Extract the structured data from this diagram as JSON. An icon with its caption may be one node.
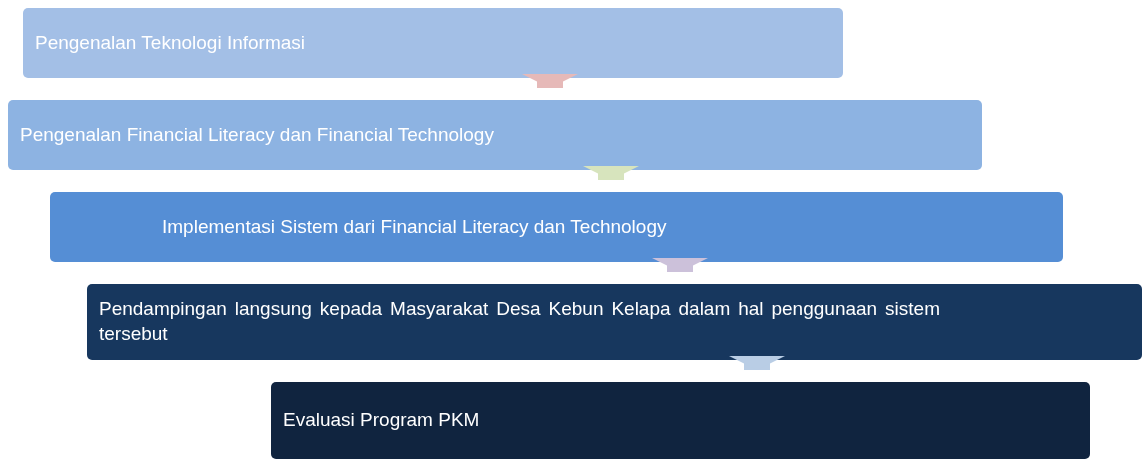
{
  "diagram": {
    "nodes": [
      {
        "text": [
          "Pengenalan Teknologi Informasi"
        ]
      },
      {
        "text": [
          "Pengenalan Financial Literacy dan Financial Technology"
        ]
      },
      {
        "text": [
          "Implementasi Sistem dari Financial Literacy dan Technology"
        ]
      },
      {
        "text": [
          "Pendampingan langsung kepada Masyarakat  Desa Kebun Kelapa dalam hal penggunaan sistem tersebut"
        ]
      },
      {
        "text": [
          "Evaluasi Program PKM"
        ]
      }
    ],
    "edges": [
      {
        "from": 0,
        "to": 1,
        "arrow": "to",
        "color": "#e6b9b8"
      },
      {
        "from": 1,
        "to": 2,
        "arrow": "to",
        "color": "#d7e4bd"
      },
      {
        "from": 2,
        "to": 3,
        "arrow": "to",
        "color": "#ccc1da"
      },
      {
        "from": 3,
        "to": 4,
        "arrow": "to",
        "color": "#b9cde5"
      }
    ]
  }
}
